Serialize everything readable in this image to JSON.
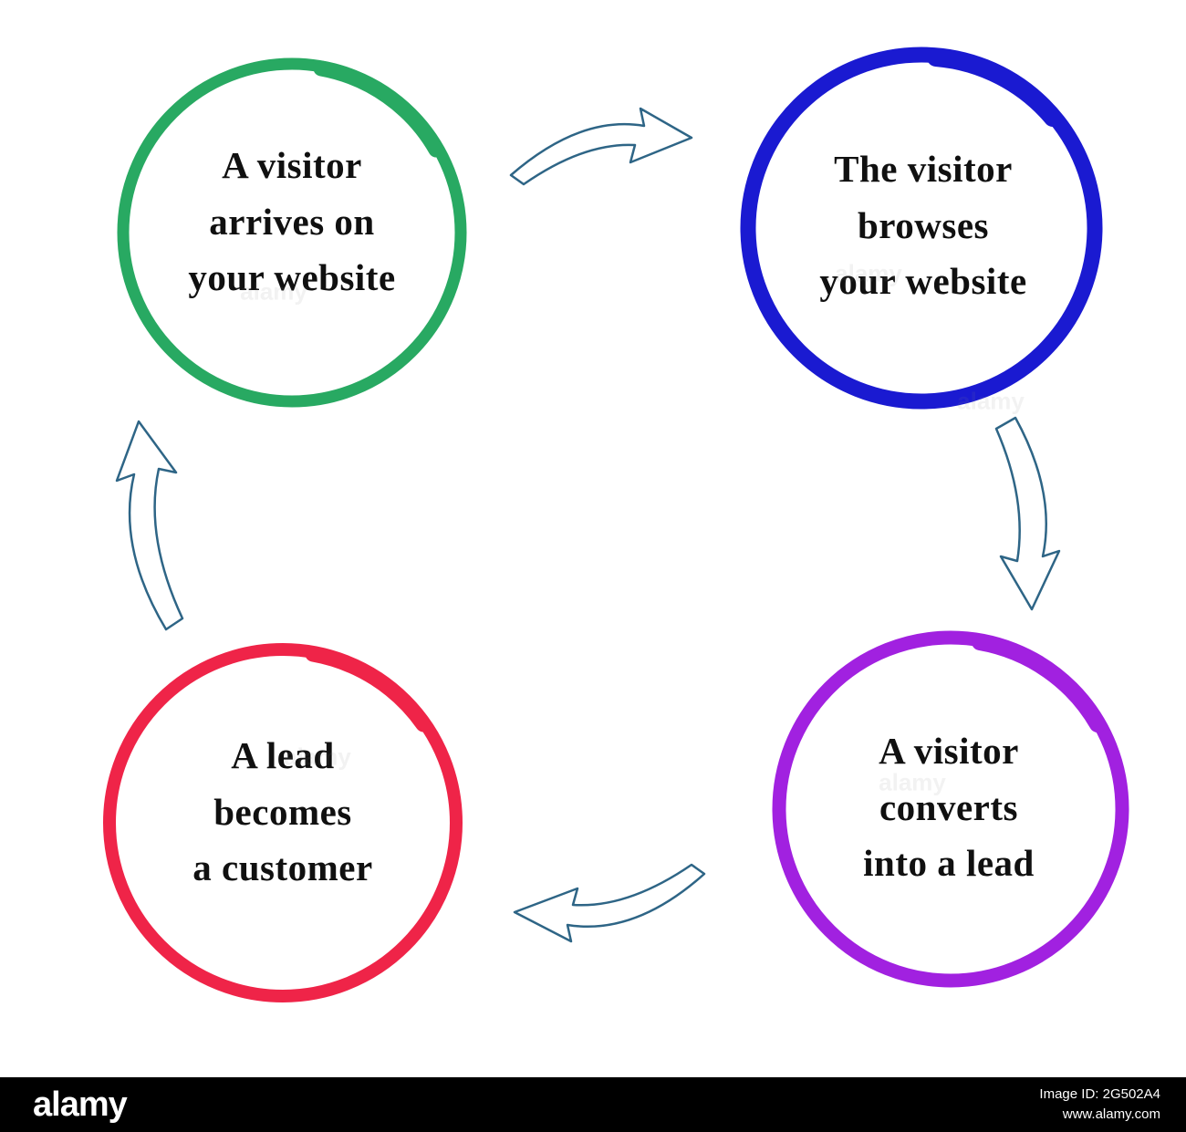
{
  "diagram": {
    "arrow_color": "#2e6586",
    "nodes": [
      {
        "id": "arrive",
        "color": "#28a962",
        "lines": [
          "A visitor",
          "arrives on",
          "your website"
        ]
      },
      {
        "id": "browse",
        "color": "#1a1ad1",
        "lines": [
          "The visitor",
          "browses",
          "your website"
        ]
      },
      {
        "id": "convert",
        "color": "#a121e0",
        "lines": [
          "A visitor",
          "converts",
          "into a lead"
        ]
      },
      {
        "id": "customer",
        "color": "#ef2448",
        "lines": [
          "A lead",
          "becomes",
          "a customer"
        ]
      }
    ]
  },
  "watermark": {
    "brand": "alamy",
    "ghost": "alamy",
    "image_id": "Image ID: 2G502A4",
    "url": "www.alamy.com"
  }
}
